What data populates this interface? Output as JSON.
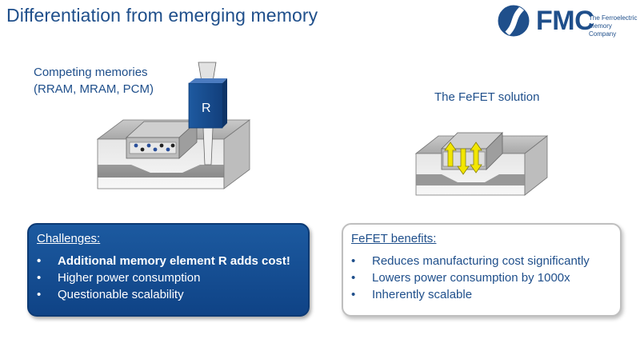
{
  "slide": {
    "title": "Differentiation from emerging memory",
    "logo": {
      "text": "FMC",
      "subtitle_line1": "The Ferroelectric",
      "subtitle_line2": "Memory Company"
    },
    "left_caption_line1": "Competing memories",
    "left_caption_line2": "(RRAM, MRAM, PCM)",
    "left_element_label": "R",
    "right_caption": "The FeFET solution",
    "challenges": {
      "heading": "Challenges:",
      "items": [
        "Additional memory element R adds cost!",
        "Higher power consumption",
        "Questionable scalability"
      ]
    },
    "benefits": {
      "heading": "FeFET benefits:",
      "items": [
        "Reduces manufacturing cost significantly",
        "Lowers power consumption by 1000x",
        "Inherently scalable"
      ]
    },
    "colors": {
      "brand_blue": "#1f4f8b",
      "challenge_box": "#1655a0",
      "arrow_yellow": "#f2e600"
    }
  }
}
